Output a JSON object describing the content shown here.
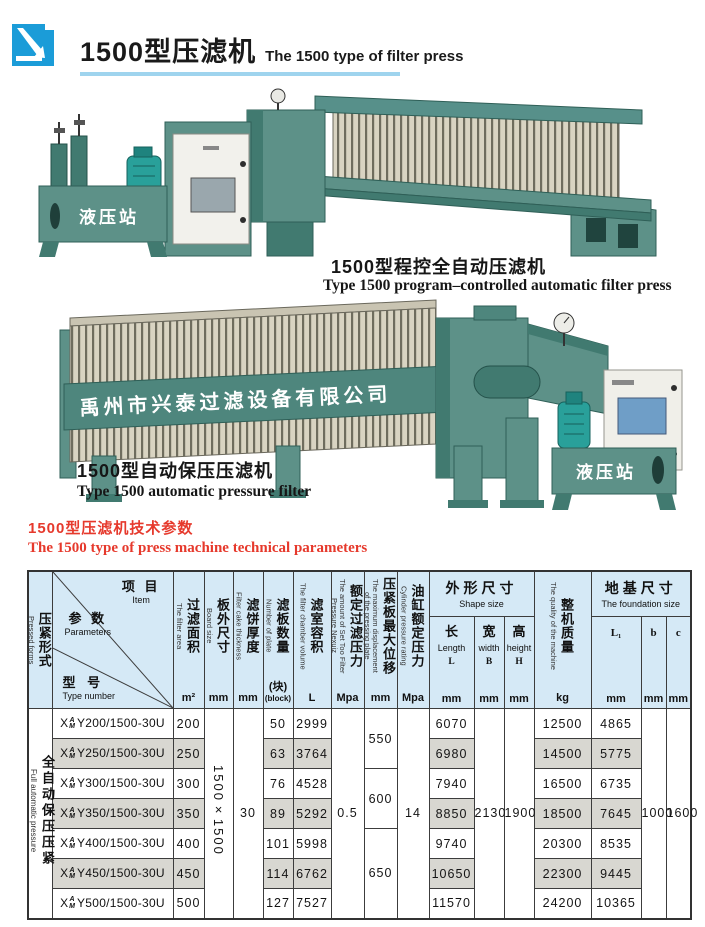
{
  "header": {
    "title_zh": "1500型压滤机",
    "title_en": "The 1500 type of filter press"
  },
  "figure1": {
    "station_label": "液压站",
    "caption_zh": "1500型程控全自动压滤机",
    "caption_en": "Type 1500 program–controlled automatic filter press"
  },
  "figure2": {
    "machine_text": "禹州市兴泰过滤设备有限公司",
    "station_label": "液压站",
    "caption_zh": "1500型自动保压压滤机",
    "caption_en": "Type 1500 automatic pressure filter"
  },
  "section": {
    "heading_zh": "1500型压滤机技术参数",
    "heading_en": "The 1500 type of press machine technical parameters"
  },
  "table": {
    "corner": {
      "item_zh": "项 目",
      "item_en": "Item",
      "params_zh": "参 数",
      "params_en": "Parameters",
      "type_zh": "型 号",
      "type_en": "Type number"
    },
    "pressed_form": {
      "zh": "全自动保压压紧",
      "en": "Full automatic pressure"
    },
    "columns": {
      "pressed_forms": {
        "zh": "压紧形式",
        "en": "Pressed forms"
      },
      "filter_area": {
        "zh": "过滤面积",
        "en": "The filter area",
        "unit": "m²"
      },
      "board_size": {
        "zh": "板外尺寸",
        "en": "Board size",
        "unit": "mm"
      },
      "cake_thickness": {
        "zh": "滤饼厚度",
        "en": "Filter cake thickness",
        "unit": "mm"
      },
      "plate_number": {
        "zh": "滤板数量",
        "en": "Number of plate",
        "unit_zh": "(块)",
        "unit_en": "(block)"
      },
      "chamber_volume": {
        "zh": "滤室容积",
        "en": "The filter chamber volume",
        "unit": "L"
      },
      "filter_pressure": {
        "zh": "额定过滤压力",
        "en": "The amount of Set Too Filter Pressure Nexuiz",
        "unit": "Mpa"
      },
      "displacement": {
        "zh": "压紧板最大位移",
        "en": "The maximum displacement of the pressing plate",
        "unit": "mm"
      },
      "cylinder_pressure": {
        "zh": "油缸额定压力",
        "en": "Cylinder pressure rating",
        "unit": "Mpa"
      },
      "shape_size": {
        "zh": "外形尺寸",
        "en": "Shape size",
        "length": {
          "zh": "长",
          "en": "Length",
          "sym": "L",
          "unit": "mm"
        },
        "width": {
          "zh": "宽",
          "en": "width",
          "sym": "B",
          "unit": "mm"
        },
        "height": {
          "zh": "高",
          "en": "height",
          "sym": "H",
          "unit": "mm"
        }
      },
      "machine_weight": {
        "zh": "整机质量",
        "en": "The quality of the machine",
        "unit": "kg"
      },
      "foundation": {
        "zh": "地基尺寸",
        "en": "The foundation size",
        "l1": {
          "label": "L₁",
          "unit": "mm"
        },
        "b": {
          "label": "b",
          "unit": "mm"
        },
        "c": {
          "label": "c",
          "unit": "mm"
        }
      }
    },
    "merged": {
      "board_size": "1500×1500",
      "cake_thickness": "30",
      "filter_pressure": "0.5",
      "cylinder_pressure": "14",
      "width_b": "2130",
      "height_h": "1900",
      "foundation_b": "1000",
      "foundation_c": "1600",
      "displacement": [
        {
          "value": "550",
          "span": 2
        },
        {
          "value": "600",
          "span": 2
        },
        {
          "value": "650",
          "span": 3
        }
      ]
    },
    "rows": [
      {
        "prefix": "X",
        "stack_top": "A",
        "stack_bottom": "M",
        "model": "Y200/1500-30U",
        "area": "200",
        "plates": "50",
        "volume": "2999",
        "length": "6070",
        "weight": "12500",
        "l1": "4865"
      },
      {
        "prefix": "X",
        "stack_top": "A",
        "stack_bottom": "M",
        "model": "Y250/1500-30U",
        "area": "250",
        "plates": "63",
        "volume": "3764",
        "length": "6980",
        "weight": "14500",
        "l1": "5775"
      },
      {
        "prefix": "X",
        "stack_top": "A",
        "stack_bottom": "M",
        "model": "Y300/1500-30U",
        "area": "300",
        "plates": "76",
        "volume": "4528",
        "length": "7940",
        "weight": "16500",
        "l1": "6735"
      },
      {
        "prefix": "X",
        "stack_top": "A",
        "stack_bottom": "M",
        "model": "Y350/1500-30U",
        "area": "350",
        "plates": "89",
        "volume": "5292",
        "length": "8850",
        "weight": "18500",
        "l1": "7645"
      },
      {
        "prefix": "X",
        "stack_top": "A",
        "stack_bottom": "M",
        "model": "Y400/1500-30U",
        "area": "400",
        "plates": "101",
        "volume": "5998",
        "length": "9740",
        "weight": "20300",
        "l1": "8535"
      },
      {
        "prefix": "X",
        "stack_top": "A",
        "stack_bottom": "M",
        "model": "Y450/1500-30U",
        "area": "450",
        "plates": "114",
        "volume": "6762",
        "length": "10650",
        "weight": "22300",
        "l1": "9445"
      },
      {
        "prefix": "X",
        "stack_top": "A",
        "stack_bottom": "M",
        "model": "Y500/1500-30U",
        "area": "500",
        "plates": "127",
        "volume": "7527",
        "length": "11570",
        "weight": "24200",
        "l1": "10365"
      }
    ]
  },
  "colors": {
    "accent_blue": "#1b9cd8",
    "underline_blue": "#9fd4ee",
    "heading_red": "#e6392c",
    "table_header_bg": "#d5e9f6",
    "row_stripe": "#d8d7d1",
    "machine_teal": "#5d9188",
    "plate_beige": "#d9d4c2"
  }
}
